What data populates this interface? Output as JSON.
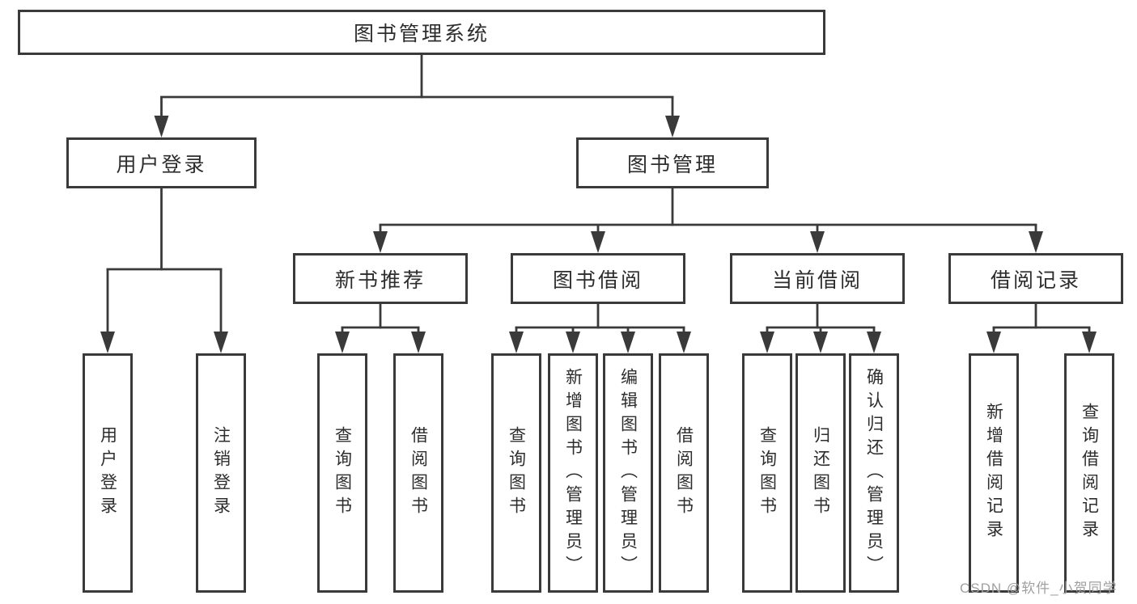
{
  "diagram": {
    "root": {
      "label": "图书管理系统"
    },
    "branches": [
      {
        "label": "用户登录",
        "children": [
          {
            "label": "用户登录"
          },
          {
            "label": "注销登录"
          }
        ]
      },
      {
        "label": "图书管理",
        "children": [
          {
            "label": "新书推荐",
            "children": [
              {
                "label": "查询图书"
              },
              {
                "label": "借阅图书"
              }
            ]
          },
          {
            "label": "图书借阅",
            "children": [
              {
                "label": "查询图书"
              },
              {
                "label": "新增图书（管理员）"
              },
              {
                "label": "编辑图书（管理员）"
              },
              {
                "label": "借阅图书"
              }
            ]
          },
          {
            "label": "当前借阅",
            "children": [
              {
                "label": "查询图书"
              },
              {
                "label": "归还图书"
              },
              {
                "label": "确认归还（管理员）"
              }
            ]
          },
          {
            "label": "借阅记录",
            "children": [
              {
                "label": "新增借阅记录"
              },
              {
                "label": "查询借阅记录"
              }
            ]
          }
        ]
      }
    ]
  },
  "watermark": {
    "text": "CSDN @软件_小贺同学"
  },
  "colors": {
    "line": "#3a3a3a",
    "box_border": "#3a3a3a",
    "text": "#2d2d2d",
    "watermark": "#a0a0a0",
    "background": "#ffffff"
  }
}
